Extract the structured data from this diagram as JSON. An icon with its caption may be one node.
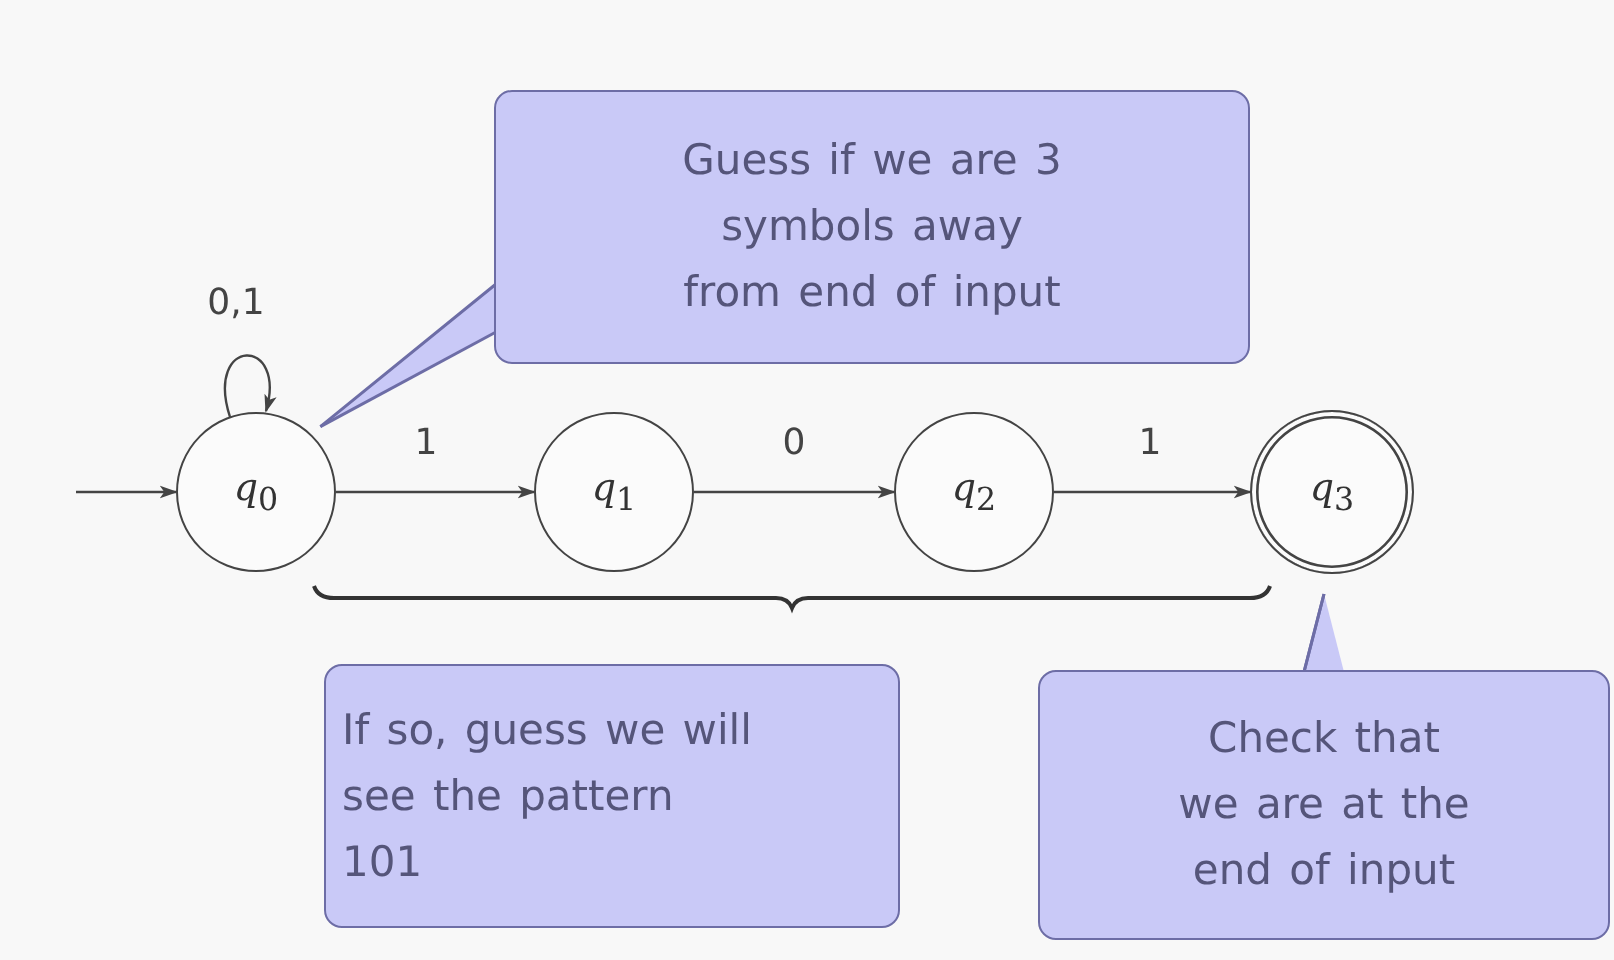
{
  "diagram": {
    "nodes": [
      {
        "text": [
          "*q*$_{0}$"
        ]
      },
      {
        "text": [
          "*q*$_{1}$"
        ]
      },
      {
        "text": [
          "*q*$_{2}$"
        ]
      },
      {
        "text": [
          "*q*$_{3}$"
        ]
      },
      {
        "text": [
          "Guess if we are 3 symbols away from end of input"
        ]
      },
      {
        "text": [
          "If so, guess we will see the pattern 101"
        ]
      },
      {
        "text": [
          "Check that we are at the end of input"
        ]
      }
    ],
    "edges": [
      {
        "from": null,
        "to": 0,
        "arrow": "to"
      },
      {
        "from": 0,
        "to": 0,
        "label": "0,1",
        "arrow": "to"
      },
      {
        "from": 0,
        "to": 1,
        "label": "1",
        "arrow": "to"
      },
      {
        "from": 1,
        "to": 2,
        "label": "0",
        "arrow": "to"
      },
      {
        "from": 2,
        "to": 3,
        "label": "1",
        "arrow": "to"
      },
      {
        "from": 4,
        "to": 0,
        "arrow": "none",
        "color": "#6d6da6"
      },
      {
        "from": 6,
        "to": 3,
        "arrow": "none",
        "color": "#6d6da6"
      }
    ]
  }
}
